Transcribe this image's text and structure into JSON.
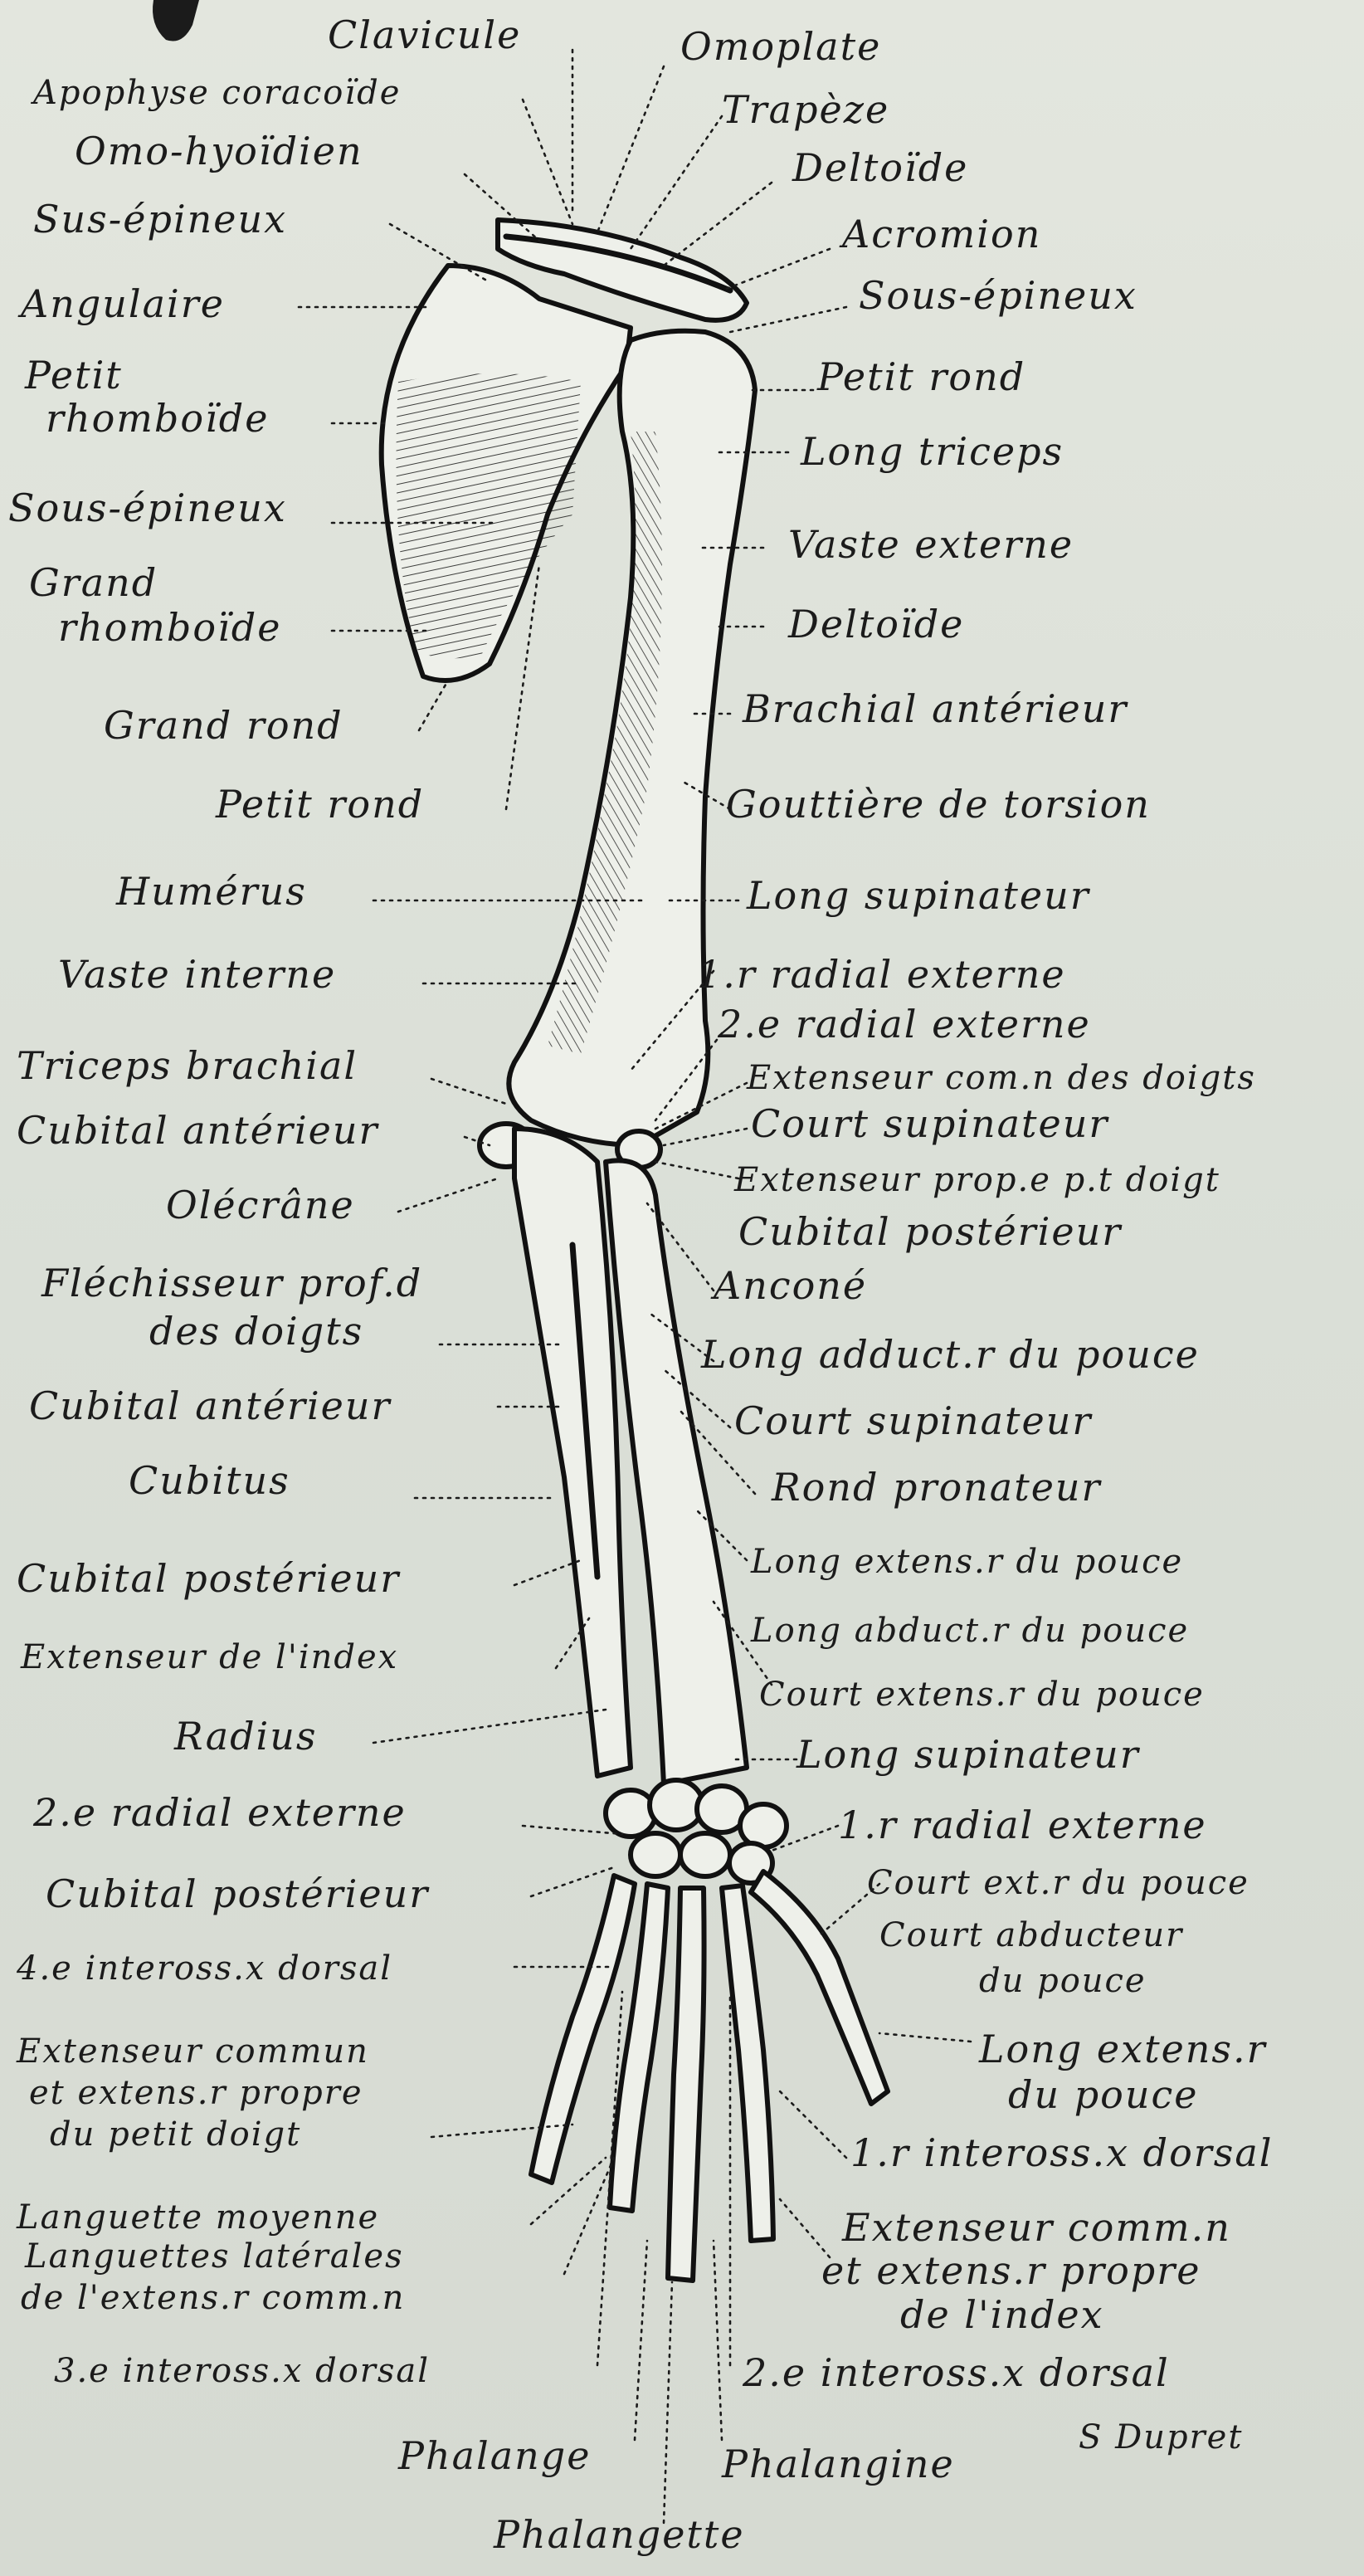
{
  "signature": "S Dupret",
  "labels": {
    "clavicule": "Clavicule",
    "omoplate": "Omoplate",
    "apophyse": "Apophyse coracoïde",
    "trapeze": "Trapèze",
    "omo_hyoidien": "Omo-hyoïdien",
    "deltoide_top": "Deltoïde",
    "sus_epineux": "Sus-épineux",
    "acromion": "Acromion",
    "angulaire": "Angulaire",
    "sous_epineux_r": "Sous-épineux",
    "petit_rhomboide_1": "Petit",
    "petit_rhomboide_2": "rhomboïde",
    "petit_rond_r": "Petit rond",
    "long_triceps": "Long triceps",
    "sous_epineux_l": "Sous-épineux",
    "vaste_externe": "Vaste externe",
    "grand_rhomboide_1": "Grand",
    "grand_rhomboide_2": "rhomboïde",
    "deltoide_mid": "Deltoïde",
    "grand_rond": "Grand rond",
    "brachial_anterieur": "Brachial antérieur",
    "petit_rond_l": "Petit rond",
    "gouttiere": "Gouttière de torsion",
    "humerus": "Humérus",
    "long_supinateur_1": "Long supinateur",
    "vaste_interne": "Vaste interne",
    "premier_radial_1": "1.r radial externe",
    "second_radial_1": "2.e radial externe",
    "triceps_brachial": "Triceps brachial",
    "ext_com_doigts": "Extenseur com.n des doigts",
    "cubital_ant_1": "Cubital antérieur",
    "court_supinateur_1": "Court supinateur",
    "olecrane": "Olécrâne",
    "ext_propre_pt_doigt": "Extenseur prop.e p.t doigt",
    "cubital_post_r": "Cubital postérieur",
    "flechisseur_1": "Fléchisseur prof.d",
    "flechisseur_2": "des doigts",
    "ancone": "Anconé",
    "long_adduct": "Long adduct.r du pouce",
    "cubital_ant_2": "Cubital antérieur",
    "court_supinateur_2": "Court supinateur",
    "cubitus": "Cubitus",
    "rond_pronateur": "Rond pronateur",
    "cubital_post_l": "Cubital postérieur",
    "long_extens_pouce": "Long extens.r du pouce",
    "extenseur_index": "Extenseur de l'index",
    "long_abduct": "Long abduct.r du pouce",
    "court_extens_pouce": "Court extens.r du pouce",
    "radius": "Radius",
    "long_supinateur_2": "Long supinateur",
    "second_radial_2": "2.e radial externe",
    "premier_radial_2": "1.r radial externe",
    "cubital_post_l2": "Cubital postérieur",
    "court_ext_pouce": "Court ext.r du pouce",
    "court_abducteur_1": "Court abducteur",
    "court_abducteur_2": "du pouce",
    "quatrieme_inteross": "4.e inteross.x dorsal",
    "ext_commun_1": "Extenseur commun",
    "ext_commun_2": "et extens.r propre",
    "ext_commun_3": "du petit doigt",
    "long_extens_r_1": "Long extens.r",
    "long_extens_r_2": "du pouce",
    "premier_inteross": "1.r inteross.x dorsal",
    "languette_moyenne": "Languette moyenne",
    "languettes_lat_1": "Languettes latérales",
    "languettes_lat_2": "de l'extens.r comm.n",
    "ext_comm_index_1": "Extenseur comm.n",
    "ext_comm_index_2": "et extens.r propre",
    "ext_comm_index_3": "de l'index",
    "troisieme_inteross": "3.e inteross.x dorsal",
    "second_inteross": "2.e inteross.x dorsal",
    "phalange": "Phalange",
    "phalangine": "Phalangine",
    "phalangette": "Phalangette"
  }
}
